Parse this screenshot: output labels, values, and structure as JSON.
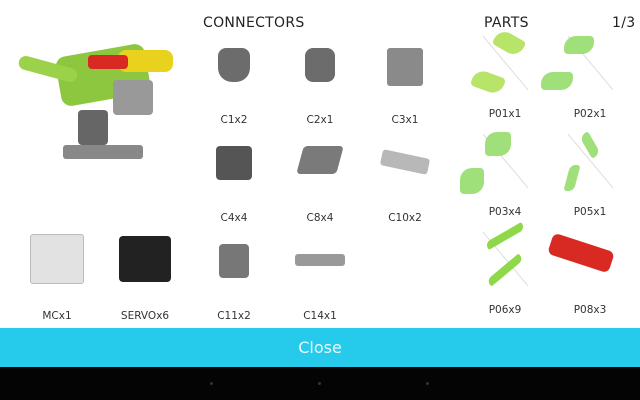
{
  "headers": {
    "connectors": "CONNECTORS",
    "parts": "PARTS",
    "page": "1/3"
  },
  "items": [
    {
      "label": "C1x2"
    },
    {
      "label": "C2x1"
    },
    {
      "label": "C3x1"
    },
    {
      "label": "P01x1"
    },
    {
      "label": "P02x1"
    },
    {
      "label": "C4x4"
    },
    {
      "label": "C8x4"
    },
    {
      "label": "C10x2"
    },
    {
      "label": "P03x4"
    },
    {
      "label": "P05x1"
    },
    {
      "label": "MCx1"
    },
    {
      "label": "SERVOx6"
    },
    {
      "label": "C11x2"
    },
    {
      "label": "C14x1"
    },
    {
      "label": "P06x9"
    },
    {
      "label": "P08x3"
    }
  ],
  "close_label": "Close",
  "colors": {
    "accent": "#26caea",
    "part_green": "#b9e46a",
    "part_red": "#d82a22"
  }
}
